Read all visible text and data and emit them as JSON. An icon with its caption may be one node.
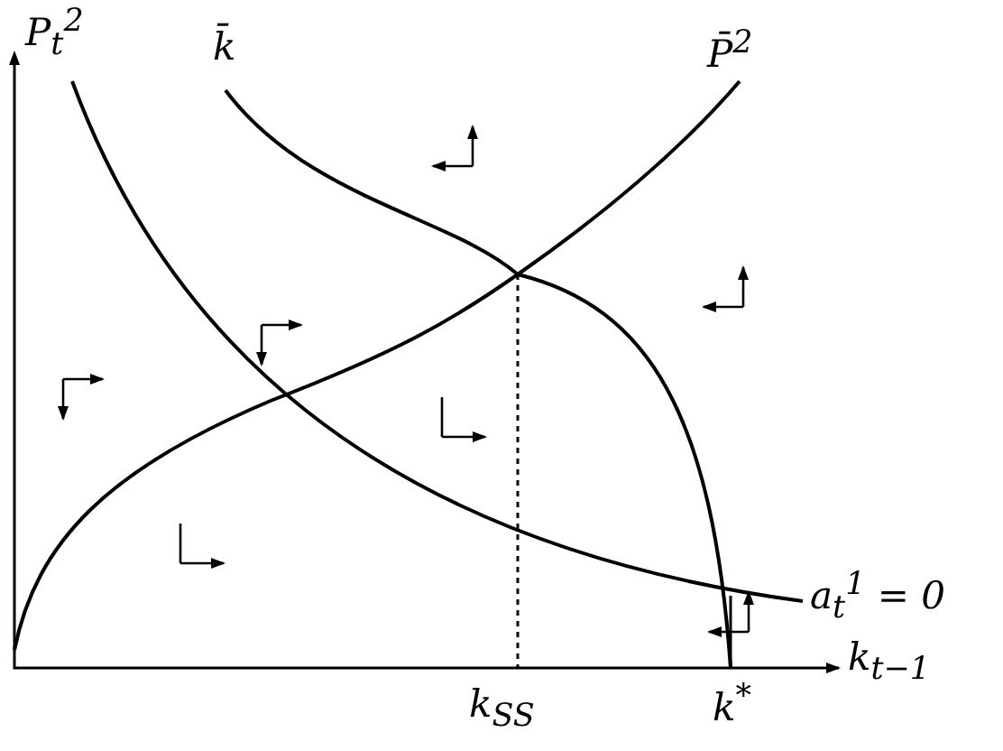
{
  "diagram": {
    "labels": [
      "P$_{t}$$^{2}$",
      "k̄",
      "P̄$^{2}$",
      "a$_{t}$$^{1}$ = 0",
      "k$_{t−1}$",
      "k$_{SS}$",
      "k$^{*}$"
    ]
  }
}
